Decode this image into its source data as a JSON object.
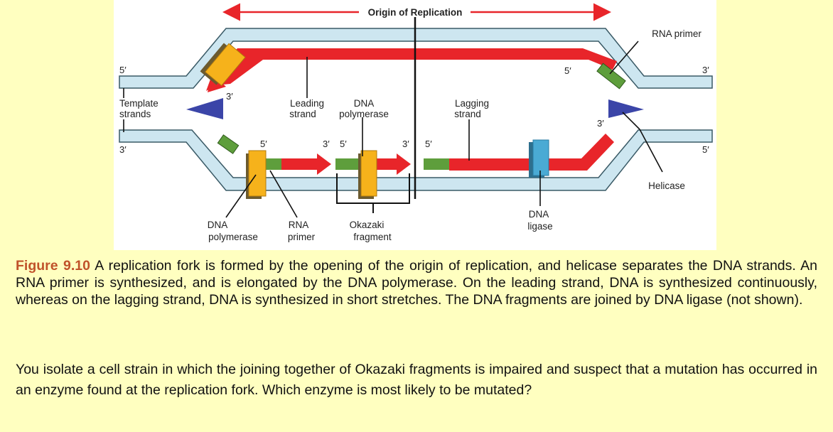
{
  "diagram": {
    "labels": {
      "origin": "Origin of Replication",
      "rna_primer_top": "RNA primer",
      "template_1": "Template",
      "template_2": "strands",
      "leading_1": "Leading",
      "leading_2": "strand",
      "dna_pol_top_1": "DNA",
      "dna_pol_top_2": "polymerase",
      "lagging_1": "Lagging",
      "lagging_2": "strand",
      "helicase": "Helicase",
      "dna_pol_bottom_1": "DNA",
      "dna_pol_bottom_2": "polymerase",
      "rna_primer_bottom_1": "RNA",
      "rna_primer_bottom_2": "primer",
      "okazaki_1": "Okazaki",
      "okazaki_2": "fragment",
      "ligase_1": "DNA",
      "ligase_2": "ligase"
    },
    "primes": {
      "top_left_5": "5′",
      "top_right_5": "5′",
      "top_right_3": "3′",
      "leading_3": "3′",
      "lag_tip_3": "3′",
      "bottom_left_3": "3′",
      "bottom_right_5": "5′",
      "frag1_5": "5′",
      "frag1_3": "3′",
      "frag2_5": "5′",
      "frag2_3": "3′",
      "frag3_5": "5′"
    },
    "colors": {
      "strand": "#cde6f0",
      "strand_stroke": "#3a5a66",
      "new_dna": "#e8252a",
      "primer": "#5e9e3c",
      "polymerase": "#f6b21b",
      "ligase": "#4aaad4",
      "helicase": "#3b45a8",
      "origin_arrow": "#e8252a"
    }
  },
  "caption": {
    "figure_label": "Figure 9.10",
    "text": "A replication fork is formed by the opening of the origin of replication, and helicase separates the DNA strands. An RNA primer is synthesized, and is elongated by the DNA polymerase. On the leading strand, DNA is synthesized continuously, whereas on the lagging strand, DNA is synthesized in short stretches. The DNA fragments are joined by DNA ligase (not shown)."
  },
  "question": "You isolate a cell strain in which the joining together of Okazaki fragments is impaired and suspect that a mutation has occurred in an enzyme found at the replication fork. Which enzyme is most likely to be mutated?"
}
